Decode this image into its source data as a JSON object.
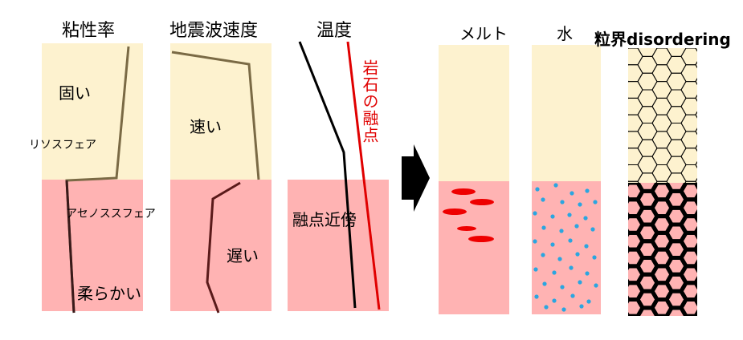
{
  "panels": {
    "viscosity": {
      "title": "粘性率",
      "upper_label": "固い",
      "lithosphere_label": "リソスフェア",
      "asthenosphere_label": "アセノススフェア",
      "lower_label": "柔らかい"
    },
    "seismic": {
      "title": "地震波速度",
      "upper_label": "速い",
      "lower_label": "遅い"
    },
    "temperature": {
      "title": "温度",
      "solidus_label": "岩石の融点",
      "lower_label": "融点近傍"
    },
    "melt": {
      "title": "メルト"
    },
    "water": {
      "title": "水"
    },
    "grain": {
      "title": "粒界disordering"
    }
  },
  "colors": {
    "upper_fill": "#fdf2cf",
    "lower_fill": "#ffb3b3",
    "viscosity_line": "#7a6a45",
    "seismic_line": "#7a6a45",
    "seismic_lower_line": "#5a1a1a",
    "temperature_line": "#000000",
    "solidus_line": "#e00000",
    "melt_blob": "#ee0000",
    "water_dot": "#2aa6e0",
    "arrow": "#000000"
  }
}
